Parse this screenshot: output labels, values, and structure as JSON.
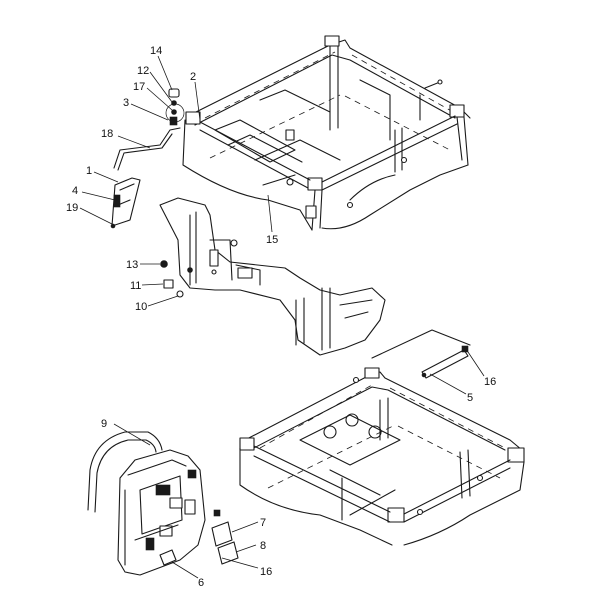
{
  "callouts": [
    {
      "id": "c14a",
      "text": "14"
    },
    {
      "id": "c12",
      "text": "12"
    },
    {
      "id": "c17",
      "text": "17"
    },
    {
      "id": "c3",
      "text": "3"
    },
    {
      "id": "c2",
      "text": "2"
    },
    {
      "id": "c18",
      "text": "18"
    },
    {
      "id": "c1",
      "text": "1"
    },
    {
      "id": "c4",
      "text": "4"
    },
    {
      "id": "c19",
      "text": "19"
    },
    {
      "id": "c15",
      "text": "15"
    },
    {
      "id": "c13",
      "text": "13"
    },
    {
      "id": "c11",
      "text": "11"
    },
    {
      "id": "c10",
      "text": "10"
    },
    {
      "id": "c16a",
      "text": "16"
    },
    {
      "id": "c5",
      "text": "5"
    },
    {
      "id": "c9",
      "text": "9"
    },
    {
      "id": "c7",
      "text": "7"
    },
    {
      "id": "c8",
      "text": "8"
    },
    {
      "id": "c6",
      "text": "6"
    },
    {
      "id": "c16b",
      "text": "16"
    }
  ]
}
